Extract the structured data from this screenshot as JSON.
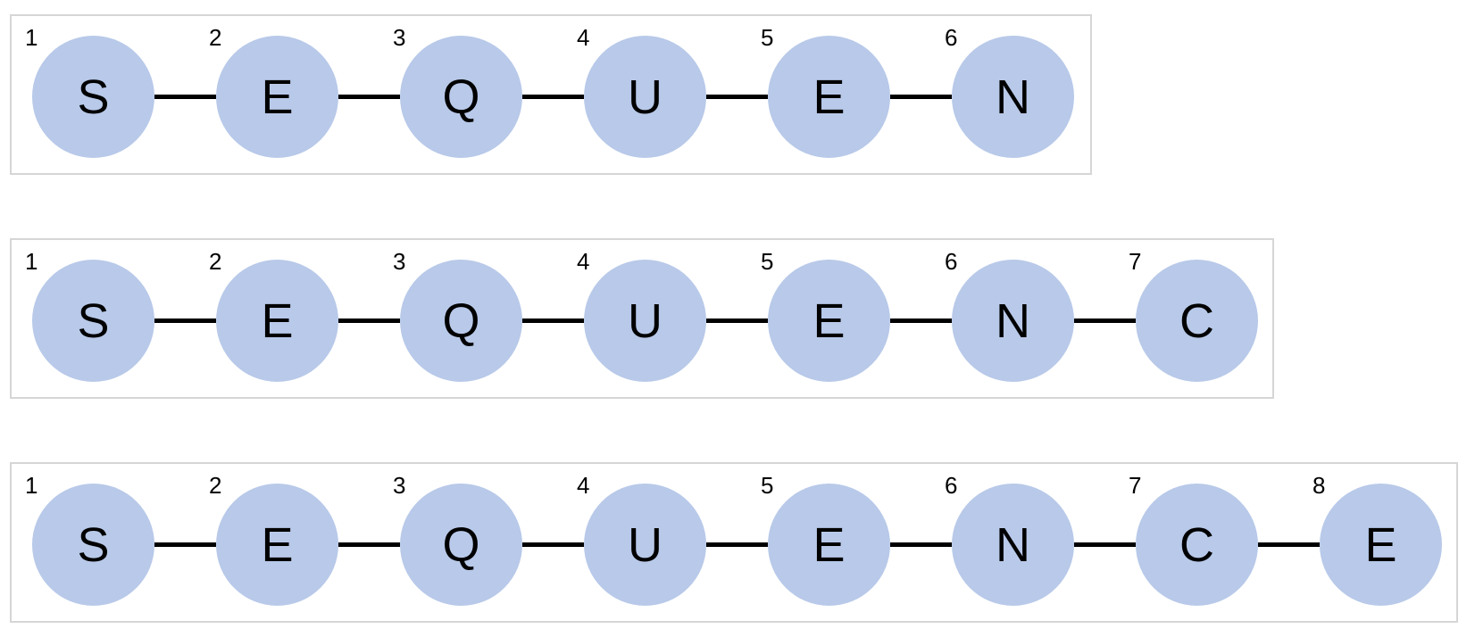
{
  "colors": {
    "background": "#ffffff",
    "node_fill": "#b8c9e9",
    "box_border": "#d6d6d6",
    "connector": "#000000",
    "text": "#000000"
  },
  "rows": [
    {
      "nodes": [
        {
          "number": "1",
          "letter": "S"
        },
        {
          "number": "2",
          "letter": "E"
        },
        {
          "number": "3",
          "letter": "Q"
        },
        {
          "number": "4",
          "letter": "U"
        },
        {
          "number": "5",
          "letter": "E"
        },
        {
          "number": "6",
          "letter": "N"
        }
      ]
    },
    {
      "nodes": [
        {
          "number": "1",
          "letter": "S"
        },
        {
          "number": "2",
          "letter": "E"
        },
        {
          "number": "3",
          "letter": "Q"
        },
        {
          "number": "4",
          "letter": "U"
        },
        {
          "number": "5",
          "letter": "E"
        },
        {
          "number": "6",
          "letter": "N"
        },
        {
          "number": "7",
          "letter": "C"
        }
      ]
    },
    {
      "nodes": [
        {
          "number": "1",
          "letter": "S"
        },
        {
          "number": "2",
          "letter": "E"
        },
        {
          "number": "3",
          "letter": "Q"
        },
        {
          "number": "4",
          "letter": "U"
        },
        {
          "number": "5",
          "letter": "E"
        },
        {
          "number": "6",
          "letter": "N"
        },
        {
          "number": "7",
          "letter": "C"
        },
        {
          "number": "8",
          "letter": "E"
        }
      ]
    }
  ]
}
